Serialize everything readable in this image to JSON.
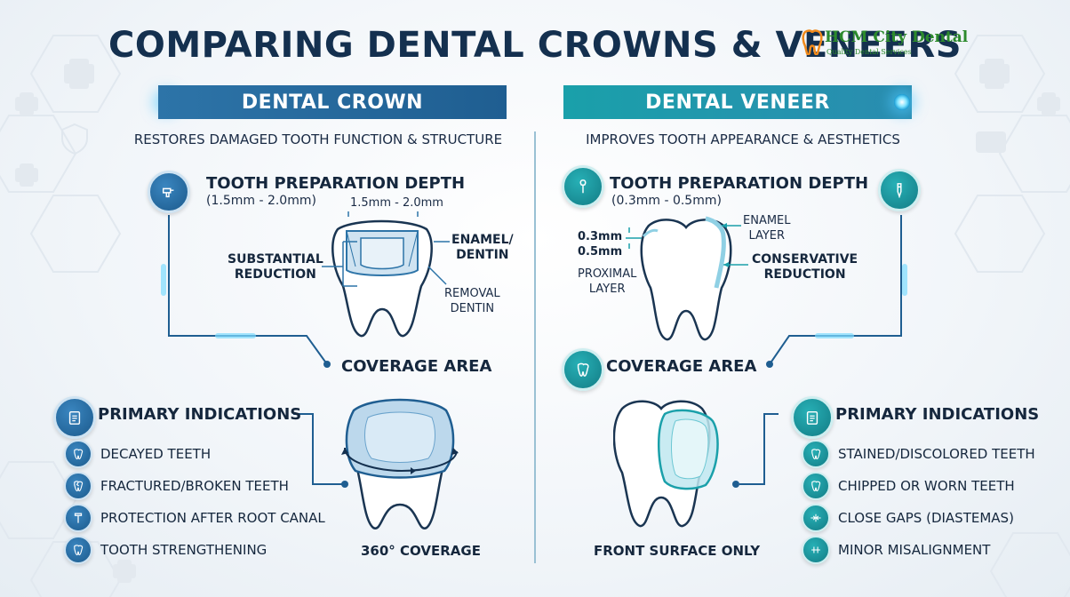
{
  "title": "COMPARING DENTAL CROWNS & VENEERS",
  "logo": {
    "brand": "HCM City Dental",
    "tagline": "Quality Dental Services"
  },
  "crown": {
    "banner": "DENTAL CROWN",
    "subtitle": "RESTORES DAMAGED TOOTH FUNCTION & STRUCTURE",
    "prep_title": "TOOTH PREPARATION DEPTH",
    "prep_range": "(1.5mm - 2.0mm)",
    "diagram": {
      "depth_label": "1.5mm - 2.0mm",
      "substantial": "SUBSTANTIAL\nREDUCTION",
      "enamel": "ENAMEL/\nDENTIN",
      "removal": "REMOVAL\nDENTIN"
    },
    "coverage_title": "COVERAGE AREA",
    "coverage_caption": "360° COVERAGE",
    "indications_title": "PRIMARY INDICATIONS",
    "indications": [
      "DECAYED TEETH",
      "FRACTURED/BROKEN TEETH",
      "PROTECTION AFTER ROOT CANAL",
      "TOOTH STRENGTHENING"
    ]
  },
  "veneer": {
    "banner": "DENTAL VENEER",
    "subtitle": "IMPROVES TOOTH APPEARANCE & AESTHETICS",
    "prep_title": "TOOTH PREPARATION DEPTH",
    "prep_range": "(0.3mm - 0.5mm)",
    "diagram": {
      "depth_label": "0.3mm\n0.5mm",
      "proximal": "PROXIMAL\nLAYER",
      "enamel": "ENAMEL\nLAYER",
      "conservative": "CONSERVATIVE\nREDUCTION"
    },
    "coverage_title": "COVERAGE AREA",
    "coverage_caption": "FRONT SURFACE ONLY",
    "indications_title": "PRIMARY INDICATIONS",
    "indications": [
      "STAINED/DISCOLORED TEETH",
      "CHIPPED OR WORN TEETH",
      "CLOSE GAPS (DIASTEMAS)",
      "MINOR MISALIGNMENT"
    ]
  },
  "colors": {
    "crown_blue": "#1f5e91",
    "veneer_teal": "#1aa0aa",
    "title_navy": "#14304f",
    "logo_green": "#2c8a2c"
  }
}
